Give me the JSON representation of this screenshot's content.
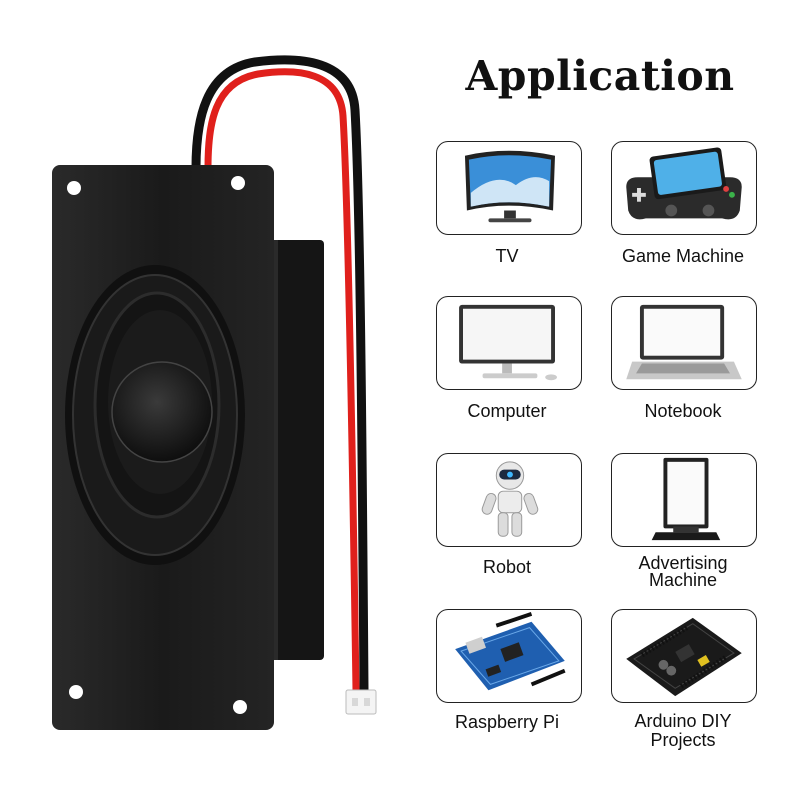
{
  "heading": "Application",
  "applications": [
    {
      "label": "TV",
      "icon": "tv-icon"
    },
    {
      "label": "Game Machine",
      "icon": "game-console-icon"
    },
    {
      "label": "Computer",
      "icon": "desktop-computer-icon"
    },
    {
      "label": "Notebook",
      "icon": "laptop-icon"
    },
    {
      "label": "Robot",
      "icon": "robot-icon"
    },
    {
      "label": "Advertising Machine",
      "icon": "advertising-kiosk-icon"
    },
    {
      "label": "Raspberry Pi",
      "icon": "circuit-board-icon"
    },
    {
      "label": "Arduino DIY Projects",
      "icon": "arduino-board-icon"
    }
  ],
  "colors": {
    "wire_red": "#e0201c",
    "wire_black": "#111111",
    "speaker_body": "#1c1c1c"
  }
}
